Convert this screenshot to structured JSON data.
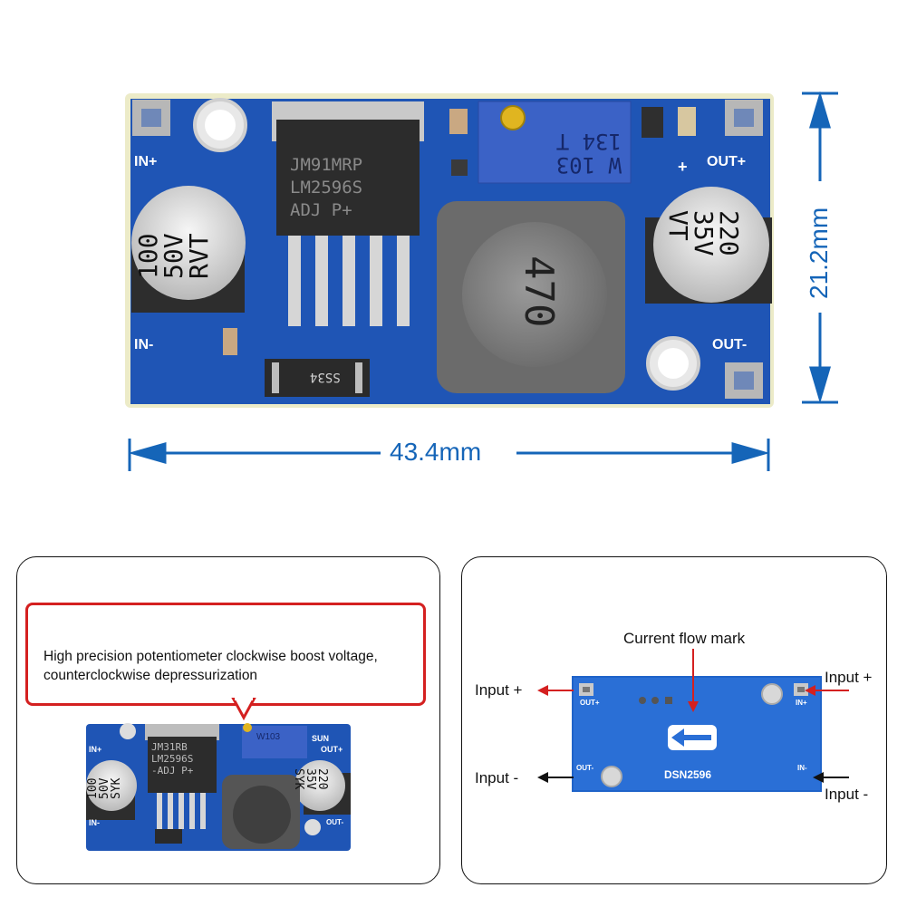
{
  "top_board": {
    "labels": {
      "in_plus": "IN+",
      "in_minus": "IN-",
      "out_plus": "OUT+",
      "out_minus": "OUT-",
      "plus_sign": "+",
      "ic_line1": "JM91MRP",
      "ic_line2": "LM2596S",
      "ic_line3": "ADJ   P+",
      "cap_left_1": "100",
      "cap_left_2": "50V",
      "cap_left_3": "RVT",
      "cap_right_1": "220",
      "cap_right_2": "35V",
      "cap_right_3": "VT",
      "pot_1": "W 103",
      "pot_2": "134 T",
      "inductor": "470",
      "diode": "SS34"
    },
    "dimension_width": "43.4mm",
    "dimension_height": "21.2mm"
  },
  "left_panel": {
    "note": "High precision potentiometer clockwise boost voltage, counterclockwise depressurization",
    "board": {
      "in_plus": "IN+",
      "in_minus": "IN-",
      "out_plus": "OUT+",
      "out_minus": "OUT-",
      "sun": "SUN",
      "pot": "W103",
      "ic_line1": "JM31RB",
      "ic_line2": "LM2596S",
      "ic_line3": "-ADJ  P+",
      "cap_left_1": "100",
      "cap_left_2": "50V",
      "cap_left_3": "SYK",
      "cap_right_1": "220",
      "cap_right_2": "35V",
      "cap_right_3": "SYK"
    }
  },
  "right_panel": {
    "current_flow_label": "Current flow mark",
    "input_plus_left": "Input +",
    "input_minus_left": "Input -",
    "input_plus_right": "Input +",
    "input_minus_right": "Input -",
    "board": {
      "out_plus": "OUT+",
      "out_minus": "OUT-",
      "in_plus": "IN+",
      "in_minus": "IN-",
      "model": "DSN2596"
    }
  },
  "colors": {
    "pcb_blue": "#1f55b5",
    "dimension_blue": "#1565b8",
    "note_red": "#d42020",
    "arrow_red": "#d42020"
  }
}
